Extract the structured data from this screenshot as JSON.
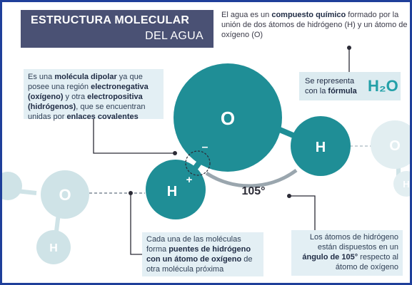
{
  "title": {
    "line1": "ESTRUCTURA MOLECULAR",
    "line2": "DEL AGUA"
  },
  "intro": {
    "part1": "El agua es un ",
    "bold1": "compuesto químico",
    "part2": " formado por la unión de dos átomos de hidrógeno (H) y un átomo de oxígeno (O)"
  },
  "formula": {
    "text_line1": "Se representa",
    "text_line2_prefix": "con la ",
    "text_line2_bold": "fórmula",
    "symbol": "H₂O"
  },
  "dipolar": {
    "p1": "Es una ",
    "b1": "molécula dipolar",
    "p2": " ya que posee una región ",
    "b2": "electronegativa (oxígeno)",
    "p3": " y otra ",
    "b3": "electropositiva (hidrógenos)",
    "p4": ", que se encuentran unidas por ",
    "b4": "enlaces covalentes"
  },
  "bridges": {
    "p1": "Cada una de las moléculas forma ",
    "b1": "puentes de hidrógeno con un átomo de oxígeno",
    "p2": " de otra molécula próxima"
  },
  "angle_note": {
    "p1": "Los átomos de hidrógeno están dispuestos en un ",
    "b1": "ángulo de 105°",
    "p2": " respecto al átomo de oxígeno"
  },
  "atoms": {
    "oxygen": "O",
    "hydrogen_right": "H",
    "hydrogen_left": "H",
    "ghost_oxygen_left": "O",
    "ghost_hydrogen_left": "H",
    "ghost_oxygen_right": "O",
    "ghost_hydrogen_right": "H"
  },
  "charges": {
    "negative": "–",
    "positive": "+"
  },
  "angle_label": "105°",
  "colors": {
    "atom_teal": "#1f8e96",
    "ghost_atom": "#cfe3e7",
    "title_bg": "#4a5174",
    "frame_border": "#1f3f9a",
    "accent_teal": "#1c9aa3"
  }
}
